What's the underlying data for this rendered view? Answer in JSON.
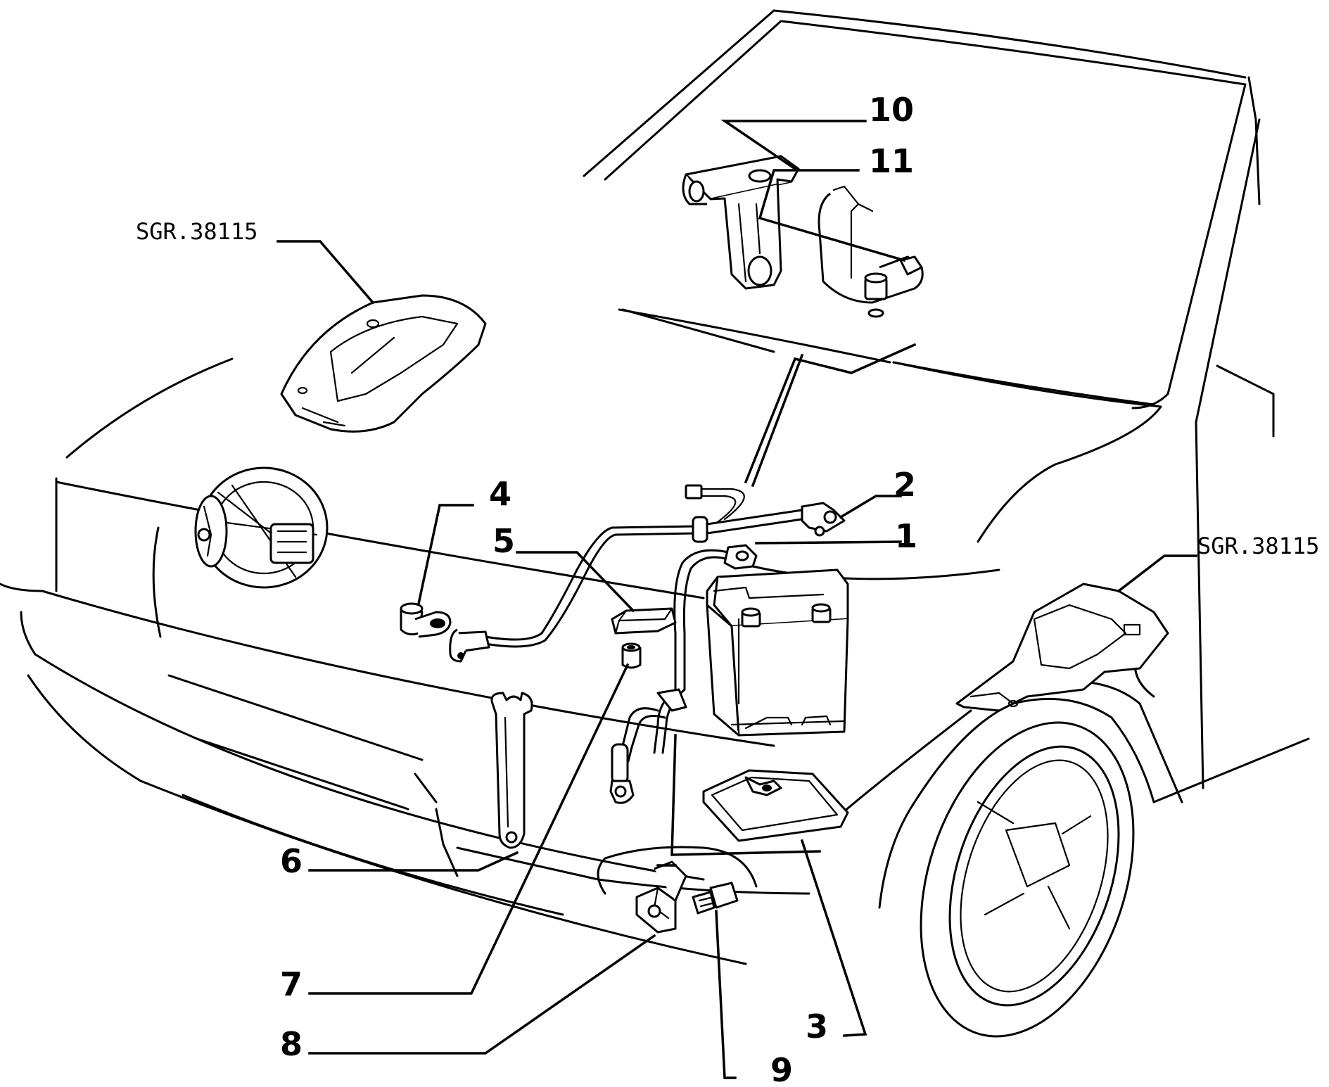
{
  "diagram": {
    "callouts": [
      "1",
      "2",
      "3",
      "4",
      "5",
      "6",
      "7",
      "8",
      "9",
      "10",
      "11"
    ],
    "references": [
      "SGR.38115",
      "SGR.38115"
    ]
  }
}
